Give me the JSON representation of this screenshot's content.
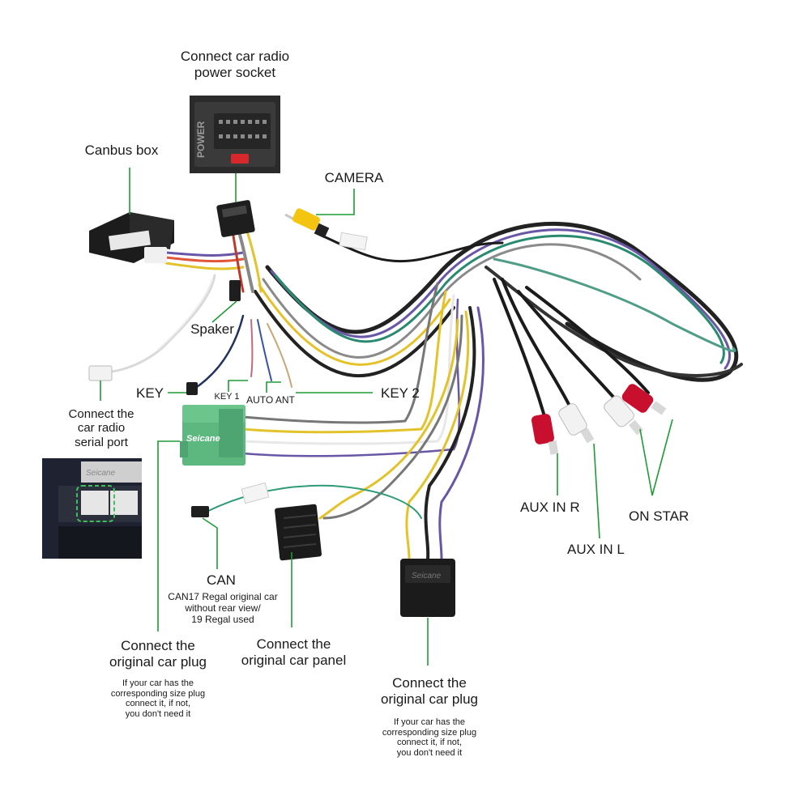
{
  "labels": {
    "power_socket": [
      "Connect car radio",
      "power socket"
    ],
    "canbus_box": "Canbus box",
    "camera": "CAMERA",
    "spaker": "Spaker",
    "key": "KEY",
    "key1": "KEY 1",
    "auto_ant": "AUTO ANT",
    "key2": "KEY 2",
    "serial_port": [
      "Connect the",
      "car radio",
      "serial port"
    ],
    "aux_in_r": "AUX IN R",
    "aux_in_l": "AUX IN L",
    "on_star": "ON STAR",
    "can": "CAN",
    "can_note": [
      "CAN17 Regal original car",
      "without rear view/",
      "19 Regal used"
    ],
    "original_plug_left": [
      "Connect the",
      "original car plug"
    ],
    "original_plug_left_note": [
      "If your car has the",
      "corresponding size plug",
      "connect it, if not,",
      "you don't need it"
    ],
    "original_panel": [
      "Connect the",
      "original car  panel"
    ],
    "original_plug_right": [
      "Connect the",
      "original car plug"
    ],
    "original_plug_right_note": [
      "If your car has the",
      "corresponding size plug",
      "connect it, if not,",
      "you don't need it"
    ]
  },
  "product_marks": {
    "power_text": "POWER",
    "brand": "Seicane"
  },
  "colors": {
    "leader": "#1f9b35",
    "connector_green": "#5cb87e",
    "connector_black": "#1b1b1b",
    "rca_red": "#c8102e",
    "rca_white": "#f2f2f2",
    "rca_yellow": "#f3c511"
  }
}
